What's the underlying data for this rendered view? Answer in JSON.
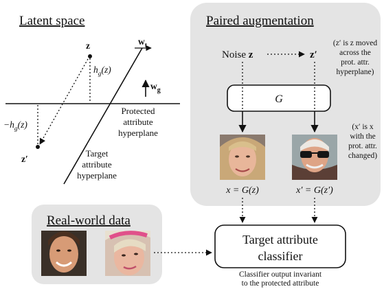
{
  "latent_space": {
    "title": "Latent space",
    "vector_wt": "w",
    "vector_wt_sub": "t",
    "vector_wg": "w",
    "vector_wg_sub": "g",
    "point_z": "z",
    "point_z_prime": "z′",
    "distance_pos": "h",
    "distance_pos_sub": "g",
    "distance_pos_arg": "(z)",
    "distance_neg_prefix": "−h",
    "distance_neg_sub": "g",
    "distance_neg_arg": "(z)",
    "protected_hyperplane": [
      "Protected",
      "attribute",
      "hyperplane"
    ],
    "target_hyperplane": [
      "Target",
      "attribute",
      "hyperplane"
    ]
  },
  "paired_augmentation": {
    "title": "Paired augmentation",
    "noise_label": "Noise",
    "noise_var": "z",
    "z_prime_var": "z′",
    "z_prime_note": [
      "(z′ is z moved",
      "across the",
      "prot. attr.",
      "hyperplane)"
    ],
    "generator_label": "G",
    "x_prime_note": [
      "(x′ is x",
      "with the",
      "prot. attr.",
      "changed)"
    ],
    "x_eq": "x = G(z)",
    "x_prime_eq": "x′ = G(z′)"
  },
  "real_world": {
    "title": "Real-world data"
  },
  "classifier": {
    "label_line1": "Target attribute",
    "label_line2": "classifier",
    "caption_line1": "Classifier output invariant",
    "caption_line2": "to the protected attribute"
  },
  "colors": {
    "panel_bg": "#e4e4e4",
    "stroke": "#111111",
    "skin": "#e9b99a",
    "hair_blond": "#d8c08a",
    "hair_dark": "#4a3020",
    "headband": "#e0508a"
  }
}
